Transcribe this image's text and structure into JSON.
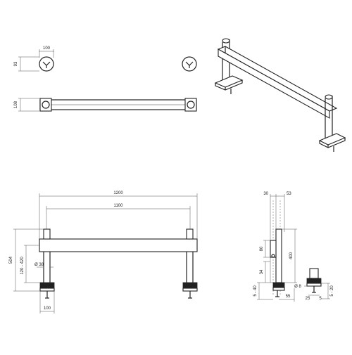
{
  "dimensions": {
    "top_clamp_width": "100",
    "top_clamp_depth": "93",
    "top_bar_height": "108",
    "front_overall_length": "1200",
    "front_bar_length": "1100",
    "front_total_height": "504",
    "front_height_range": "120 - 420",
    "front_post_diameter": "Ø 38",
    "front_clamp_width": "100",
    "side_width_a": "30",
    "side_width_b": "53",
    "side_bar_height": "80",
    "side_post_height": "400",
    "side_offset_a": "34",
    "side_clamp_range": "5 - 40",
    "side_clamp_depth": "55",
    "detail_diameter": "Ø 8",
    "detail_offset_a": "25",
    "detail_offset_b": "5",
    "detail_range": "5 - 20"
  }
}
